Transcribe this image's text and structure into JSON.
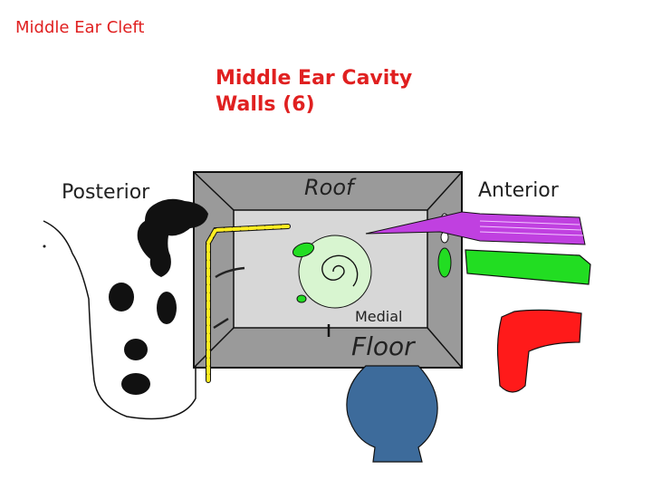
{
  "slide": {
    "header": "Middle Ear Cleft",
    "title_line1": "Middle Ear Cavity",
    "title_line2": "Walls (6)"
  },
  "diagram": {
    "labels": {
      "posterior": "Posterior",
      "anterior": "Anterior",
      "roof": "Roof",
      "medial": "Medial",
      "floor": "Floor"
    },
    "colors": {
      "title_red": "#e02020",
      "box_gray": "#9a9a9a",
      "inner_gray": "#d7d7d7",
      "cochlea_green": "#d8f5d0",
      "green": "#22dd22",
      "magenta": "#c040e0",
      "red": "#ff1a1a",
      "blue": "#3d6b9b",
      "yellow": "#ffee22",
      "black": "#111111"
    }
  }
}
